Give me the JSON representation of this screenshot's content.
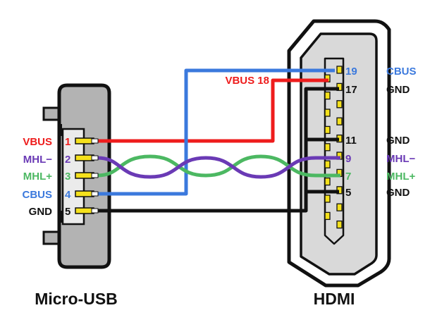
{
  "colors": {
    "vbus": "#ee1c1c",
    "mhl_minus": "#6a3ab5",
    "mhl_plus": "#4cb862",
    "cbus": "#3b79dd",
    "gnd": "#111111",
    "pin_yellow": "#f5e11c",
    "connector_gray": "#d9d9d9",
    "micro_usb_gray": "#b3b3b3"
  },
  "micro_usb": {
    "title": "Micro-USB",
    "pins": [
      {
        "signal": "VBUS",
        "number": "1",
        "color_key": "vbus"
      },
      {
        "signal": "MHL−",
        "number": "2",
        "color_key": "mhl_minus"
      },
      {
        "signal": "MHL+",
        "number": "3",
        "color_key": "mhl_plus"
      },
      {
        "signal": "CBUS",
        "number": "4",
        "color_key": "cbus"
      },
      {
        "signal": "GND",
        "number": "5",
        "color_key": "gnd"
      }
    ]
  },
  "hdmi": {
    "title": "HDMI",
    "vbus_label": "VBUS 18",
    "pins": [
      {
        "number": "19",
        "signal": "CBUS",
        "color_key": "cbus"
      },
      {
        "number": "17",
        "signal": "GND",
        "color_key": "gnd"
      },
      {
        "number": "11",
        "signal": "GND",
        "color_key": "gnd"
      },
      {
        "number": "9",
        "signal": "MHL−",
        "color_key": "mhl_minus"
      },
      {
        "number": "7",
        "signal": "MHL+",
        "color_key": "mhl_plus"
      },
      {
        "number": "5",
        "signal": "GND",
        "color_key": "gnd"
      }
    ]
  }
}
